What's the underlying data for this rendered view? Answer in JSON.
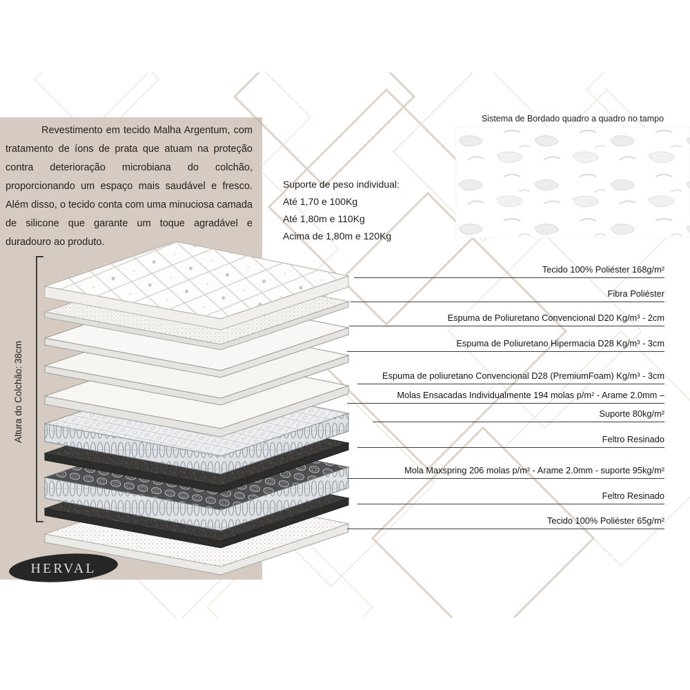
{
  "intro": {
    "text": "Revestimento em tecido Malha Argentum, com tratamento de íons de prata que atuam na proteção contra deterioração microbiana do colchão, proporcionando um espaço mais saudável e fresco. Além disso, o tecido conta com uma minuciosa camada de silicone que garante um toque agradável e duradouro ao produto."
  },
  "weight_support": {
    "title": "Suporte de peso individual:",
    "options": [
      "Até 1,70 e 100Kg",
      "Até 1,80m e 110Kg",
      "Acima de 1,80m e 120Kg"
    ]
  },
  "embroidery_title": "Sistema de Bordado quadro a quadro no tampo",
  "mattress_height": "Altura do Colchão: 38cm",
  "layer_labels": [
    "Tecido 100% Poliéster 168g/m²",
    "Fibra Poliéster",
    "Espuma de Poliuretano Convencional D20 Kg/m³ - 2cm",
    "Espuma de Poliuretano Hipermacia D28 Kg/m³ - 3cm",
    "Espuma de poliuretano Convencional D28 (PremiumFoam) Kg/m³ - 3cm",
    "Molas Ensacadas Individualmente 194 molas p/m² - Arame 2.0mm –",
    "Suporte 80kg/m²",
    "Feltro Resinado",
    "Mola Maxspring 206 molas p/m² - Arame 2.0mm - suporte 95kg/m²",
    "Feltro Resinado",
    "Tecido 100% Poliéster 65g/m²"
  ],
  "brand": "HERVAL",
  "colors": {
    "panel": "#d6cbc2",
    "pattern_thin": "#d8c7b9",
    "pattern_thick": "#c6b09e",
    "label_line": "#3c3c3c",
    "felt_dark": "#3d3c3a"
  }
}
